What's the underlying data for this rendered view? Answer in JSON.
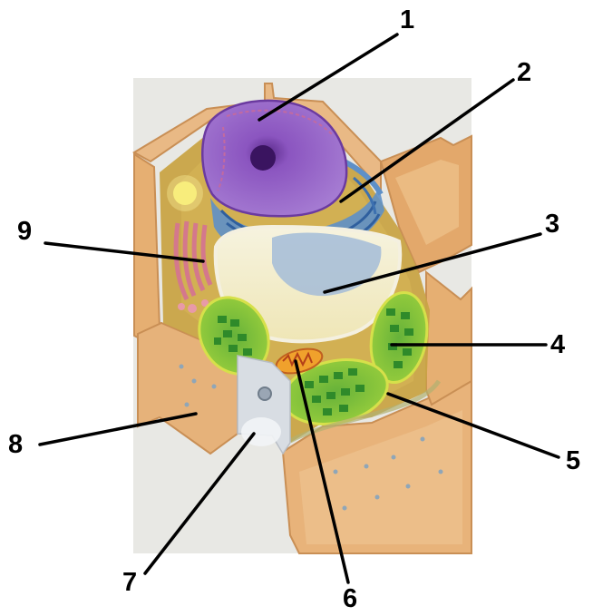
{
  "diagram": {
    "subject": "plant-cell",
    "labels": [
      "1",
      "2",
      "3",
      "4",
      "5",
      "6",
      "7",
      "8",
      "9"
    ]
  }
}
